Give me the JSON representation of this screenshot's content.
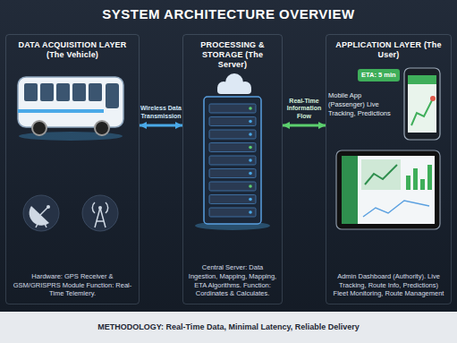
{
  "diagram": {
    "title": "SYSTEM ARCHITECTURE OVERVIEW",
    "caption": "METHODOLOGY: Real-Time Data, Minimal Latency, Reliable Delivery",
    "nodes": [
      {
        "text": [
          "DATA ACQUISITION LAYER (The Vehicle)",
          "Hardware: GPS Receiver & GSM/GRISPRS Module Function: Real-Time Telemlery."
        ]
      },
      {
        "text": [
          "PROCESSING & STORAGE (The Server)",
          "Central Server: Data Ingestion, Mapping, Mapping, ETA Algorithms. Function: Cordinates & Calculates."
        ]
      },
      {
        "text": [
          "APPLICATION LAYER (The User)",
          "Admin Dashboard (Authority). Live Tracking, Route Info, Predictions) Fleet Monitoring, Route Management"
        ]
      }
    ],
    "edges": [
      {
        "from": 0,
        "to": 1,
        "arrow": "both",
        "label": "Wireless Data Transmission"
      },
      {
        "from": 1,
        "to": 2,
        "arrow": "both",
        "label": "Real-Time Information Flow"
      }
    ],
    "labels": [
      "ETA: 5 min",
      "Mobile App (Passenger) Live Tracking, Predictions"
    ]
  }
}
